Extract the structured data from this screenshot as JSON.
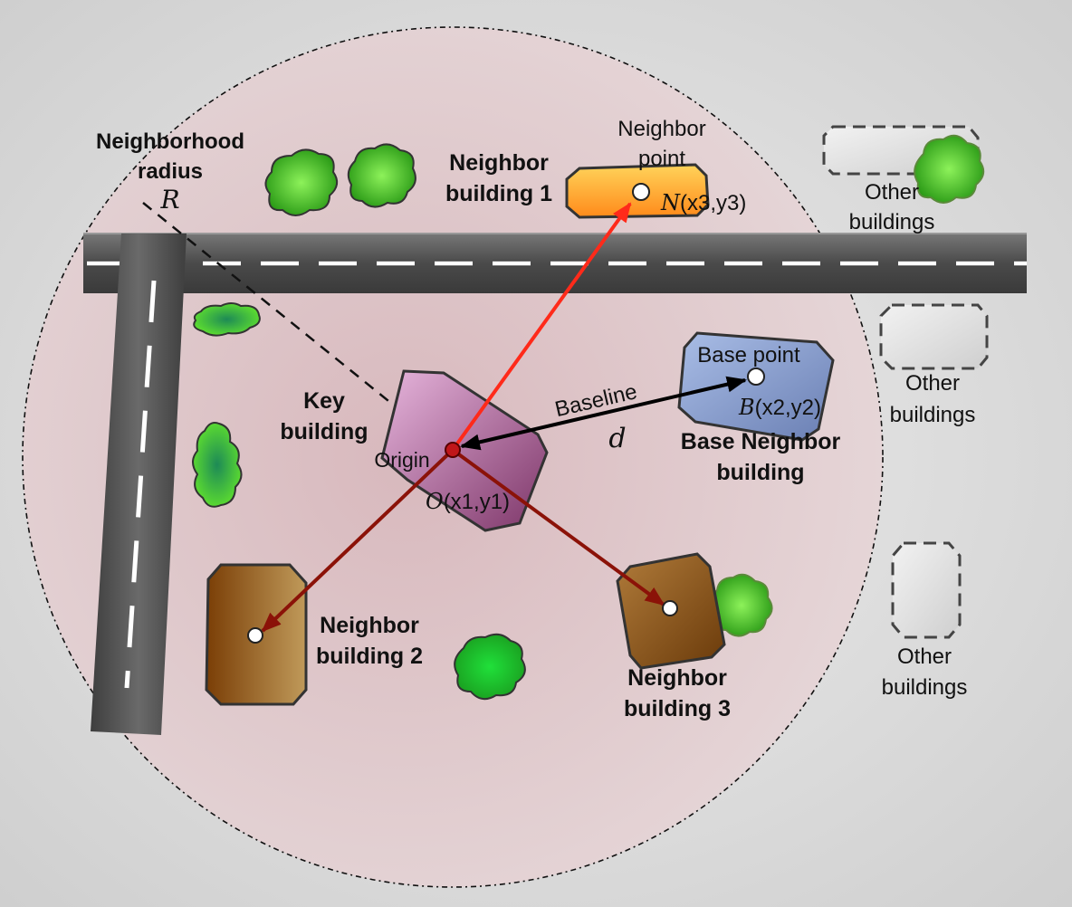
{
  "labels": {
    "neighborhood_radius_line1": "Neighborhood",
    "neighborhood_radius_line2": "radius",
    "radius_symbol": "R",
    "neighbor_building_1_line1": "Neighbor",
    "neighbor_building_1_line2": "building 1",
    "neighbor_point_line1": "Neighbor",
    "neighbor_point_line2": "point",
    "neighbor_point_symbol": "N",
    "neighbor_point_coords": "(x3,y3)",
    "other_buildings_1_line1": "Other",
    "other_buildings_1_line2": "buildings",
    "other_buildings_2_line1": "Other",
    "other_buildings_2_line2": "buildings",
    "other_buildings_3_line1": "Other",
    "other_buildings_3_line2": "buildings",
    "base_point": "Base point",
    "base_point_symbol": "B",
    "base_point_coords": "(x2,y2)",
    "baseline": "Baseline",
    "distance_symbol": "d",
    "base_neighbor_line1": "Base Neighbor",
    "base_neighbor_line2": "building",
    "key_building_line1": "Key",
    "key_building_line2": "building",
    "origin": "Origin",
    "origin_symbol": "O",
    "origin_coords": "(x1,y1)",
    "neighbor_building_2_line1": "Neighbor",
    "neighbor_building_2_line2": "building 2",
    "neighbor_building_3_line1": "Neighbor",
    "neighbor_building_3_line2": "building 3"
  },
  "colors": {
    "background": "#d8d8d8",
    "neighborhood_fill": "#dcc3c6",
    "road": "#4a4a4a",
    "key_building": "#a35c97",
    "base_building": "#7f96c8",
    "neighbor_building_1": "#ff9f2b",
    "neighbor_building_brown": "#8a5418",
    "arrow_red": "#ff2a1a",
    "arrow_darkred": "#8b1208",
    "arrow_black": "#000000",
    "tree_green": "#3ccf20"
  }
}
